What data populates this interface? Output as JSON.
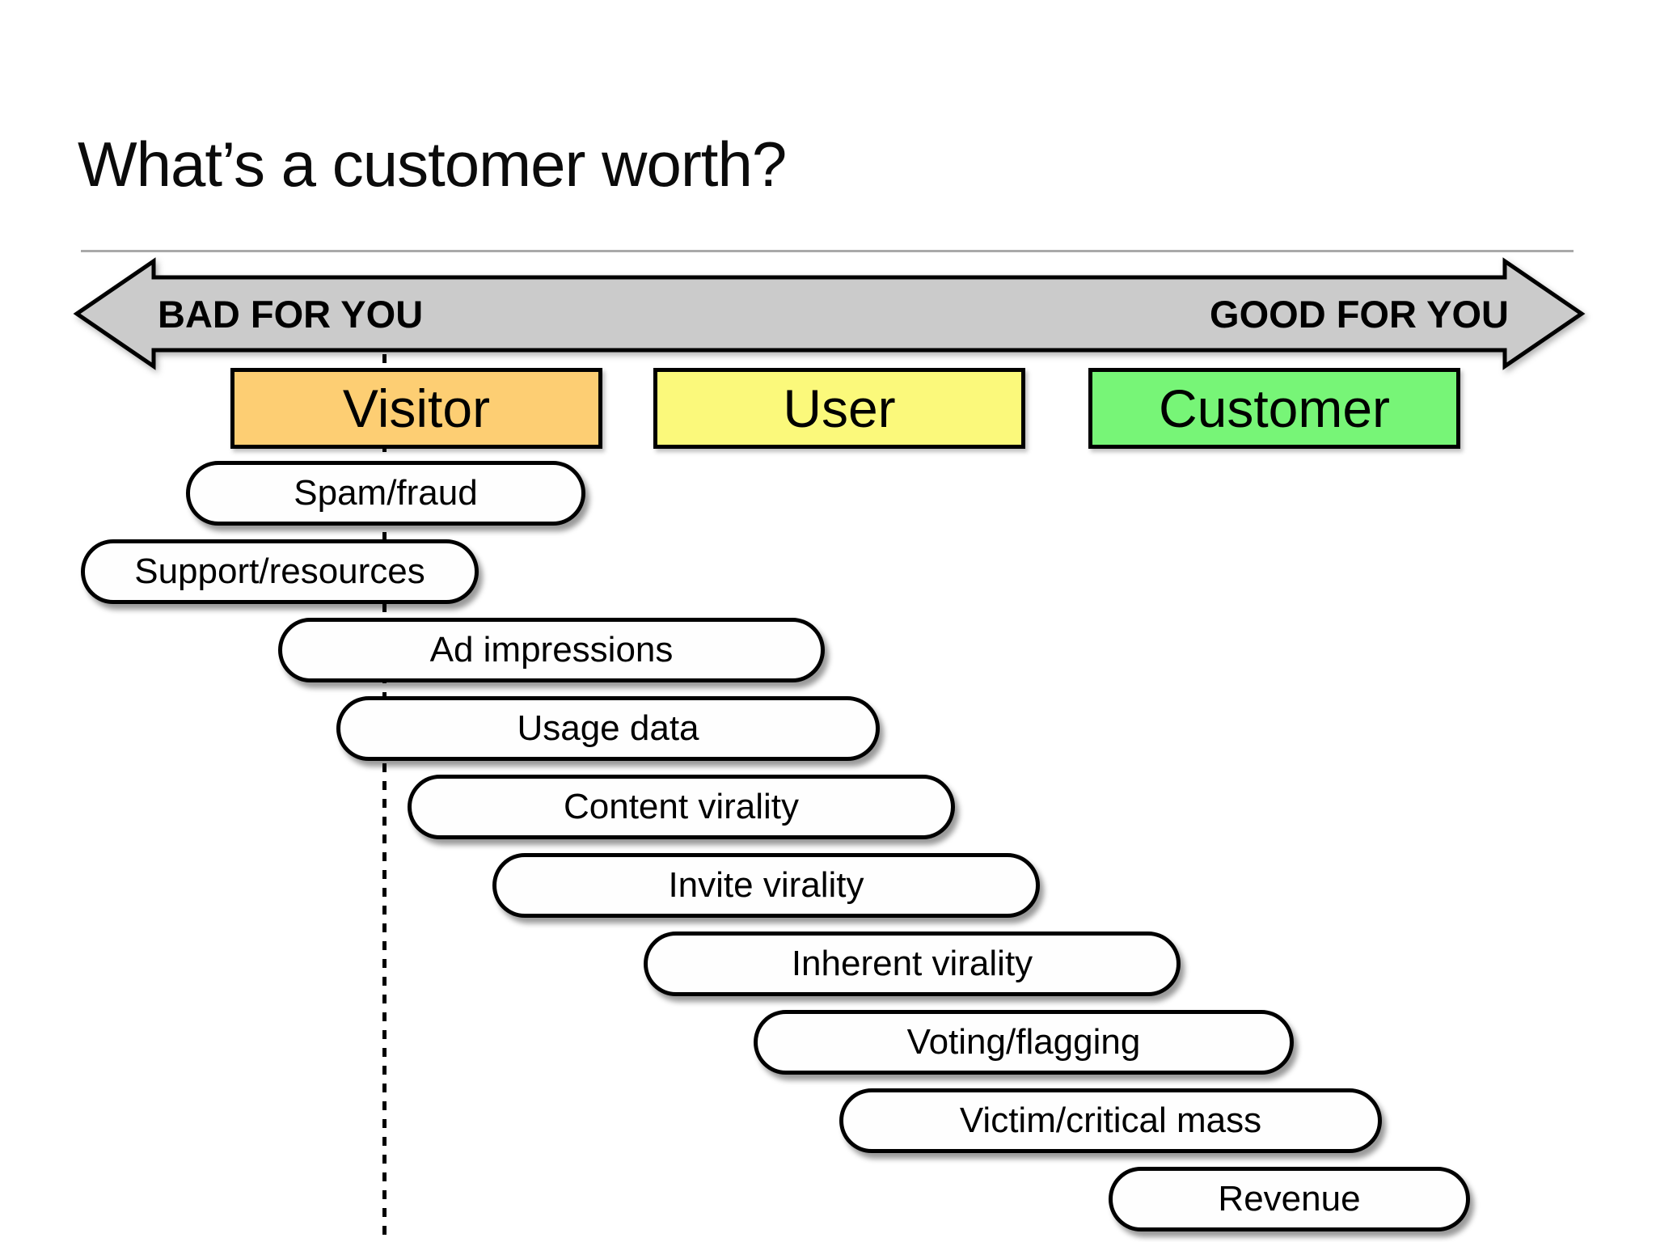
{
  "slide": {
    "title": "What’s a customer worth?",
    "spectrum": {
      "left_label": "BAD FOR YOU",
      "right_label": "GOOD FOR YOU",
      "arrow_fill": "#cbcbcb"
    },
    "stages": [
      {
        "label": "Visitor",
        "color": "#fdce73"
      },
      {
        "label": "User",
        "color": "#fbf97b"
      },
      {
        "label": "Customer",
        "color": "#77f577"
      }
    ],
    "factors": [
      "Spam/fraud",
      "Support/resources",
      "Ad impressions",
      "Usage data",
      "Content virality",
      "Invite virality",
      "Inherent virality",
      "Voting/flagging",
      "Victim/critical mass",
      "Revenue"
    ]
  }
}
